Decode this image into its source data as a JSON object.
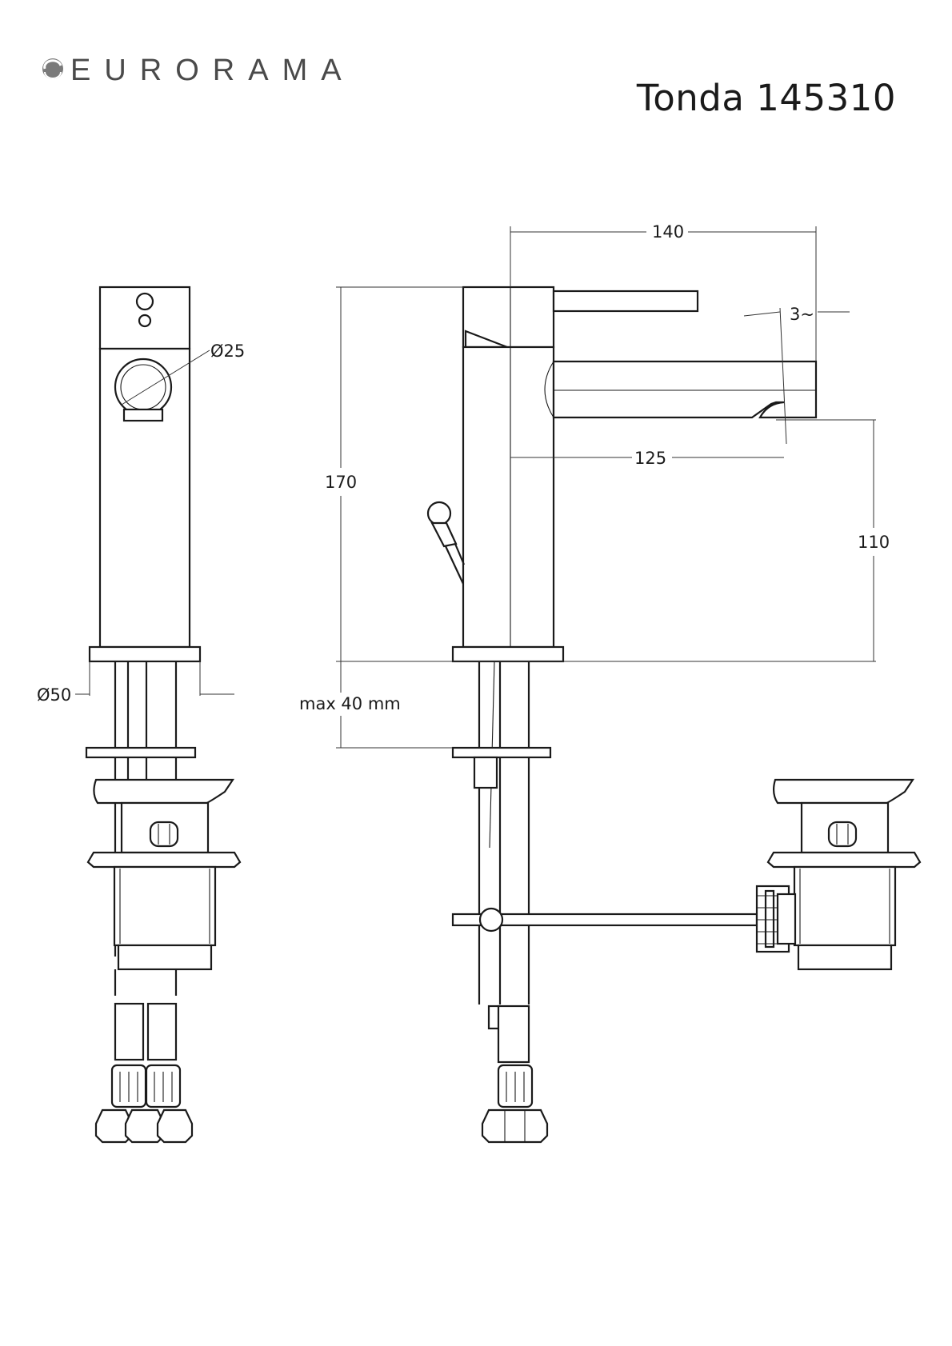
{
  "brand": {
    "name": "EURORAMA"
  },
  "title": "Tonda 145310",
  "dimensions": {
    "d25": "Ø25",
    "d50": "Ø50",
    "w140": "140",
    "w125": "125",
    "h170": "170",
    "h110": "110",
    "tilt": "3~",
    "max_thickness": "max 40 mm"
  },
  "colors": {
    "line": "#1a1a1a",
    "background": "#ffffff"
  }
}
